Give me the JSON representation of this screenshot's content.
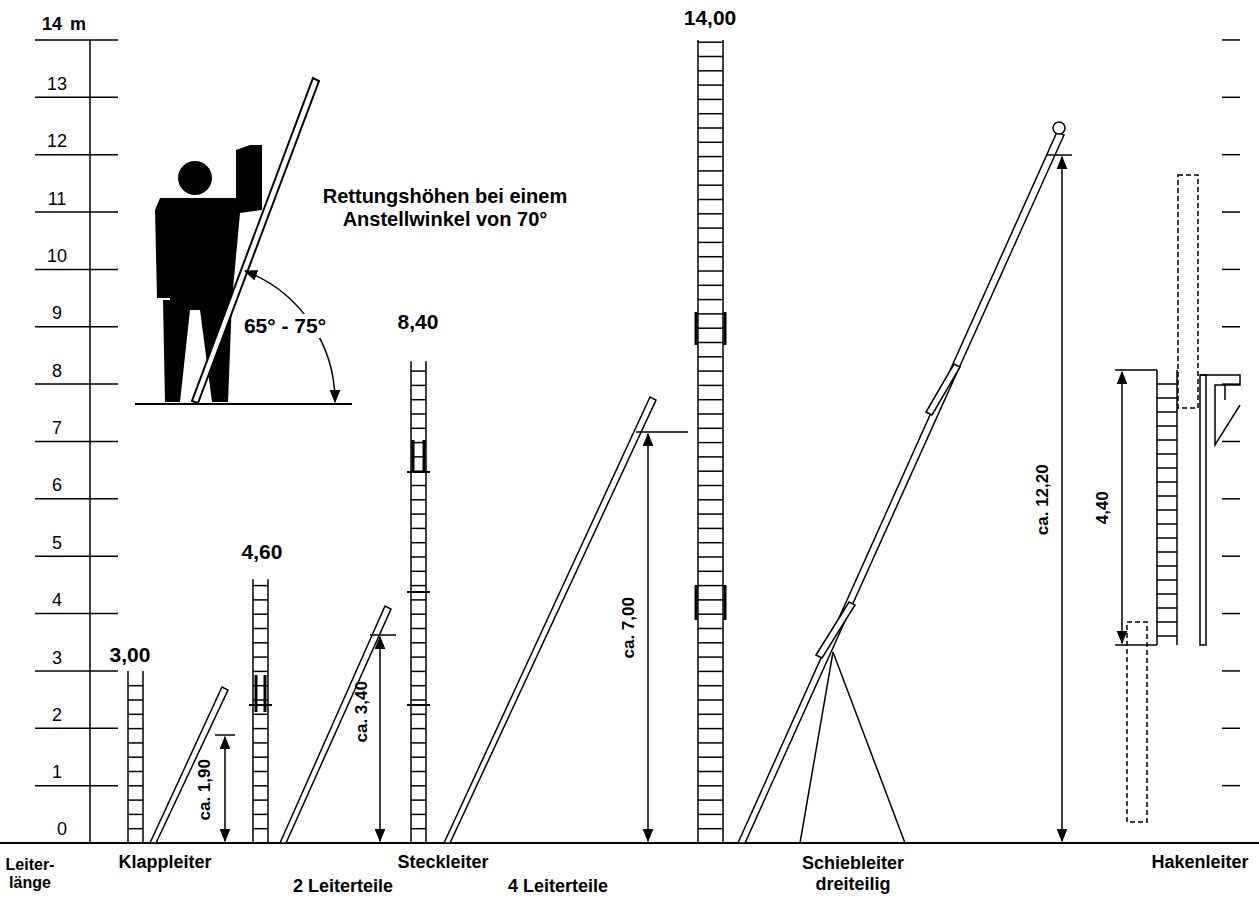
{
  "diagram": {
    "title": "Rettungshöhen bei einem Anstellwinkel von 70°",
    "labels": [
      "14",
      "m",
      "13",
      "12",
      "11",
      "10",
      "9",
      "8",
      "7",
      "6",
      "5",
      "4",
      "3",
      "2",
      "1",
      "0",
      "3,00",
      "ca. 1,90",
      "4,60",
      "ca. 3,40",
      "8,40",
      "ca. 7,00",
      "14,00",
      "ca. 12,20",
      "4,40",
      "65° - 75°",
      "Leiter- länge",
      "Klappleiter",
      "Steckleiter",
      "2 Leiterteile",
      "4 Leiterteile",
      "Schiebleiter dreiteilig",
      "Hakenleiter"
    ]
  }
}
